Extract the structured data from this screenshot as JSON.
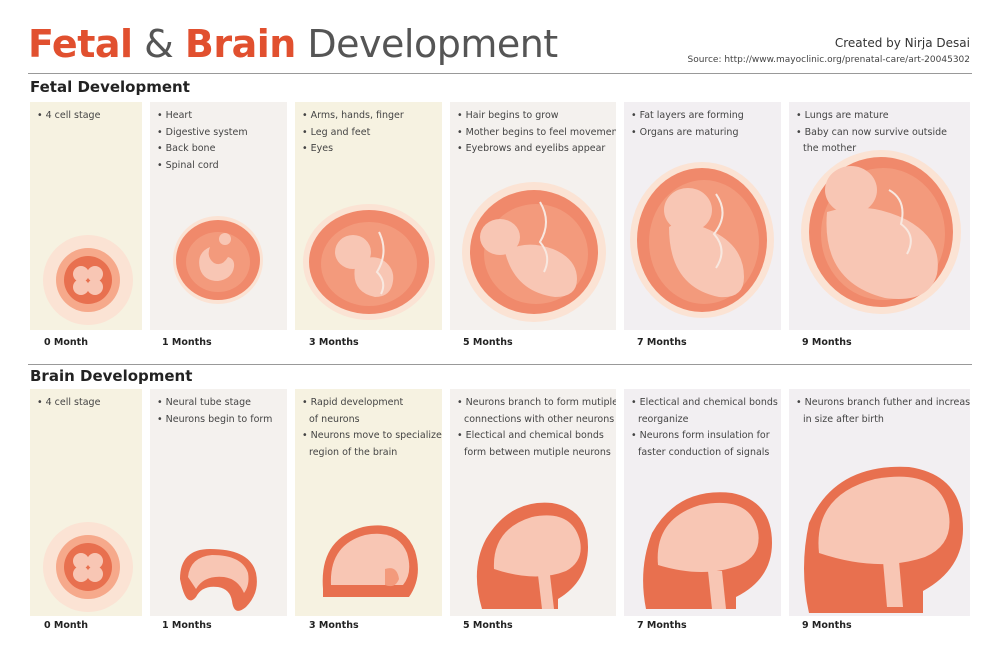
{
  "header": {
    "title_part1": "Fetal",
    "title_amp": "&",
    "title_part2": "Brain",
    "title_part3": "Development",
    "credit": "Created by Nirja Desai",
    "source": "Source: http://www.mayoclinic.org/prenatal-care/art-20045302"
  },
  "fetal": {
    "title": "Fetal Development",
    "stages": [
      {
        "label": "0 Month",
        "bullets": [
          "• 4 cell stage"
        ]
      },
      {
        "label": "1 Months",
        "bullets": [
          "• Heart",
          "• Digestive system",
          "• Back bone",
          "• Spinal cord"
        ]
      },
      {
        "label": "3 Months",
        "bullets": [
          "• Arms, hands, finger",
          "• Leg and feet",
          "• Eyes"
        ]
      },
      {
        "label": "5 Months",
        "bullets": [
          "• Hair begins to grow",
          "• Mother begins to feel movement",
          "• Eyebrows and eyelibs appear"
        ]
      },
      {
        "label": "7 Months",
        "bullets": [
          "• Fat layers are forming",
          "• Organs are maturing"
        ]
      },
      {
        "label": "9 Months",
        "bullets": [
          "• Lungs are mature",
          "• Baby can now survive outside",
          "the mother"
        ]
      }
    ]
  },
  "brain": {
    "title": "Brain Development",
    "stages": [
      {
        "label": "0 Month",
        "bullets": [
          "• 4 cell stage"
        ]
      },
      {
        "label": "1 Months",
        "bullets": [
          "• Neural tube stage",
          "• Neurons begin to form"
        ]
      },
      {
        "label": "3 Months",
        "bullets": [
          "• Rapid development",
          "of neurons",
          "• Neurons move to specialized",
          "region of the brain"
        ]
      },
      {
        "label": "5 Months",
        "bullets": [
          "• Neurons branch to form mutiple",
          "connections with other neurons",
          "• Electical and chemical bonds",
          "form between mutiple neurons"
        ]
      },
      {
        "label": "7 Months",
        "bullets": [
          "• Electical and chemical bonds",
          "reorganize",
          "• Neurons form insulation for",
          "faster conduction of signals"
        ]
      },
      {
        "label": "9 Months",
        "bullets": [
          "• Neurons branch futher and increase",
          "in size after birth"
        ]
      }
    ]
  },
  "colors": {
    "accent": "#e1502f",
    "womb": "#f0896b",
    "womb_light": "#f8d6c3",
    "skin": "#f8c6b4",
    "brain": "#f7c2ad"
  }
}
